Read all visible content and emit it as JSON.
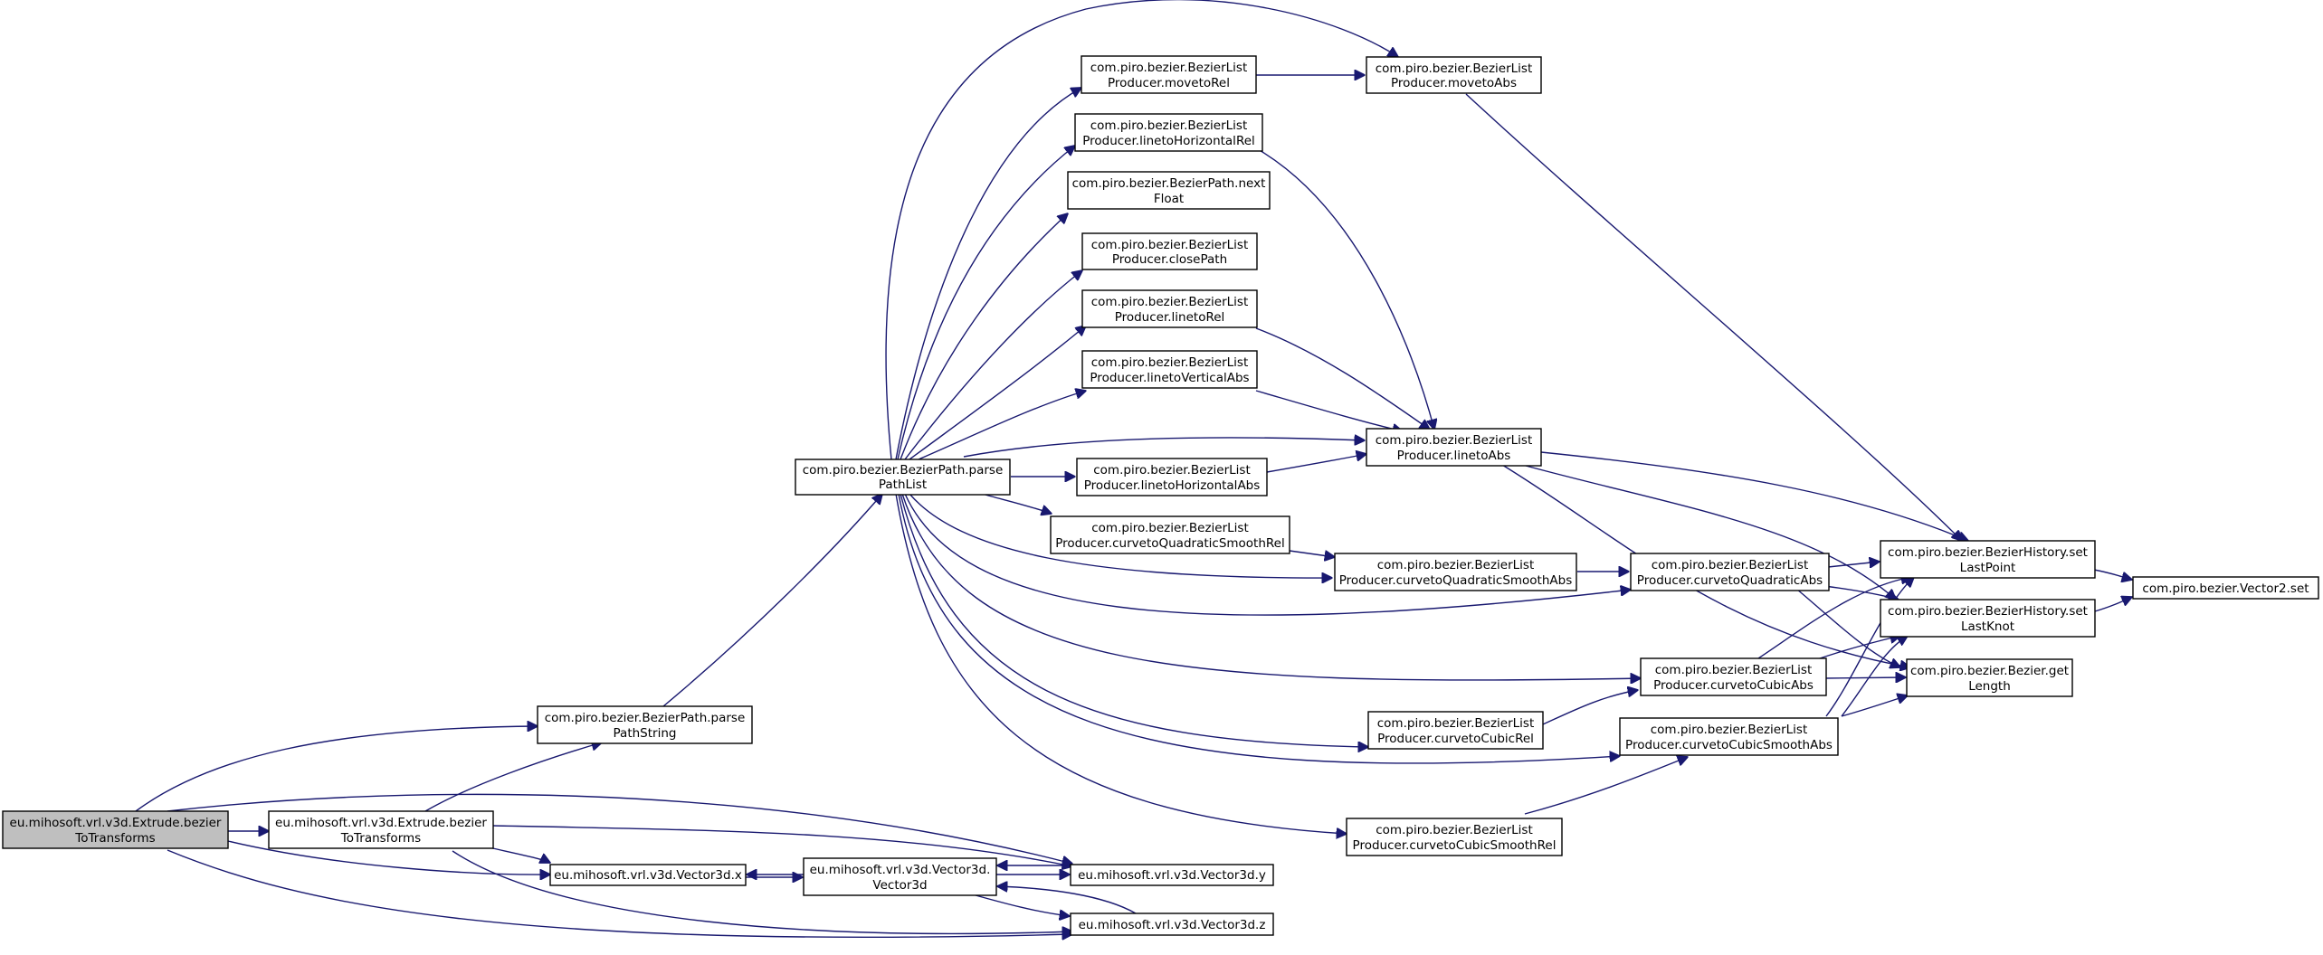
{
  "nodes": {
    "root": [
      "eu.mihosoft.vrl.v3d.Extrude.bezier",
      "ToTransforms"
    ],
    "bt": [
      "eu.mihosoft.vrl.v3d.Extrude.bezier",
      "ToTransforms"
    ],
    "pps": [
      "com.piro.bezier.BezierPath.parse",
      "PathString"
    ],
    "ppl": [
      "com.piro.bezier.BezierPath.parse",
      "PathList"
    ],
    "vx": [
      "eu.mihosoft.vrl.v3d.Vector3d.x"
    ],
    "vc": [
      "eu.mihosoft.vrl.v3d.Vector3d.",
      "Vector3d"
    ],
    "vy": [
      "eu.mihosoft.vrl.v3d.Vector3d.y"
    ],
    "vz": [
      "eu.mihosoft.vrl.v3d.Vector3d.z"
    ],
    "mrel": [
      "com.piro.bezier.BezierList",
      "Producer.movetoRel"
    ],
    "mabs": [
      "com.piro.bezier.BezierList",
      "Producer.movetoAbs"
    ],
    "lhr": [
      "com.piro.bezier.BezierList",
      "Producer.linetoHorizontalRel"
    ],
    "nf": [
      "com.piro.bezier.BezierPath.next",
      "Float"
    ],
    "cp": [
      "com.piro.bezier.BezierList",
      "Producer.closePath"
    ],
    "lrel": [
      "com.piro.bezier.BezierList",
      "Producer.linetoRel"
    ],
    "lva": [
      "com.piro.bezier.BezierList",
      "Producer.linetoVerticalAbs"
    ],
    "labs": [
      "com.piro.bezier.BezierList",
      "Producer.linetoAbs"
    ],
    "lha": [
      "com.piro.bezier.BezierList",
      "Producer.linetoHorizontalAbs"
    ],
    "cqsr": [
      "com.piro.bezier.BezierList",
      "Producer.curvetoQuadraticSmoothRel"
    ],
    "cqsa": [
      "com.piro.bezier.BezierList",
      "Producer.curvetoQuadraticSmoothAbs"
    ],
    "cqa": [
      "com.piro.bezier.BezierList",
      "Producer.curvetoQuadraticAbs"
    ],
    "cca": [
      "com.piro.bezier.BezierList",
      "Producer.curvetoCubicAbs"
    ],
    "ccr": [
      "com.piro.bezier.BezierList",
      "Producer.curvetoCubicRel"
    ],
    "ccsa": [
      "com.piro.bezier.BezierList",
      "Producer.curvetoCubicSmoothAbs"
    ],
    "ccsr": [
      "com.piro.bezier.BezierList",
      "Producer.curvetoCubicSmoothRel"
    ],
    "slp": [
      "com.piro.bezier.BezierHistory.set",
      "LastPoint"
    ],
    "slk": [
      "com.piro.bezier.BezierHistory.set",
      "LastKnot"
    ],
    "gl": [
      "com.piro.bezier.Bezier.get",
      "Length"
    ],
    "v2s": [
      "com.piro.bezier.Vector2.set"
    ]
  },
  "colors": {
    "edge": "#191970",
    "root_fill": "#bfbfbf",
    "node_fill": "#ffffff",
    "border": "#000000"
  }
}
